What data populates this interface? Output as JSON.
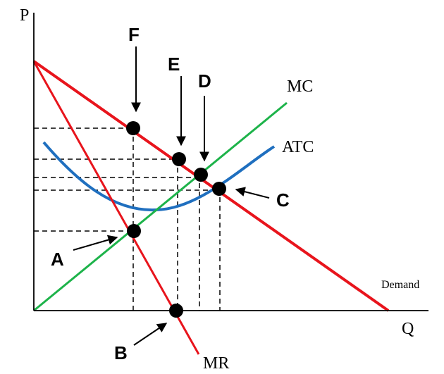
{
  "axes": {
    "y_label": "P",
    "x_label": "Q"
  },
  "curves": {
    "mc": {
      "label": "MC",
      "color": "#1db34a"
    },
    "atc": {
      "label": "ATC",
      "color": "#1f6fbf"
    },
    "demand": {
      "label": "Demand",
      "color": "#e8141c"
    },
    "mr": {
      "label": "MR",
      "color": "#e8141c"
    }
  },
  "points": {
    "a": {
      "label": "A"
    },
    "b": {
      "label": "B"
    },
    "c": {
      "label": "C"
    },
    "d": {
      "label": "D"
    },
    "e": {
      "label": "E"
    },
    "f": {
      "label": "F"
    }
  },
  "colors": {
    "axis": "#000000",
    "guide": "#000000",
    "point": "#000000"
  }
}
